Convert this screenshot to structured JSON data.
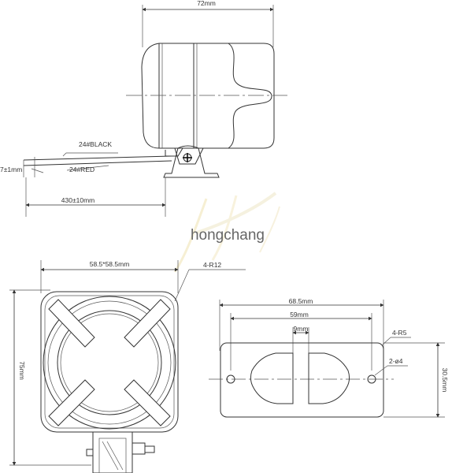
{
  "labels": {
    "width_72": "72mm",
    "wire_black": "24#BLACK",
    "wire_red": "24#RED",
    "tolerance_left": "7±1mm",
    "wire_length": "430±10mm",
    "watermark": "hongchang",
    "face_size": "58.5*58.5mm",
    "corner_radius": "4-R12",
    "height_75": "75mm",
    "bracket_68_5": "68.5mm",
    "bracket_59": "59mm",
    "bracket_9": "9mm",
    "bracket_r5": "4-R5",
    "bracket_hole": "2-ø4",
    "bracket_30_5": "30.5mm"
  }
}
